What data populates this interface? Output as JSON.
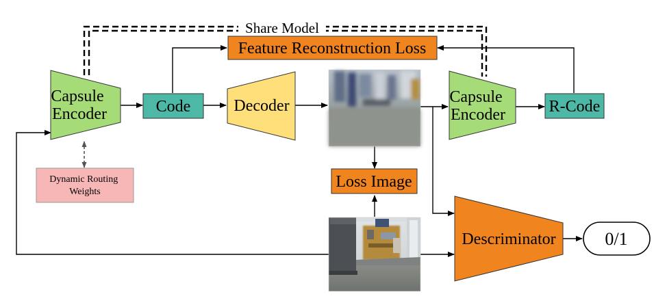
{
  "title": "Share Model",
  "blocks": {
    "encoder_left": "Capsule Encoder",
    "code": "Code",
    "decoder": "Decoder",
    "feature_loss": "Feature Reconstruction Loss",
    "encoder_right": "Capsule Encoder",
    "rcode": "R-Code",
    "dynamic_routing": "Dynamic Routing Weights",
    "loss_image": "Loss Image",
    "discriminator": "Descriminator",
    "output": "0/1"
  },
  "colors": {
    "encoder": "#a6dc78",
    "code": "#4eb8a6",
    "decoder": "#ffdf7a",
    "loss": "#f0841f",
    "routing": "#f7b7b7",
    "line": "#000000"
  }
}
